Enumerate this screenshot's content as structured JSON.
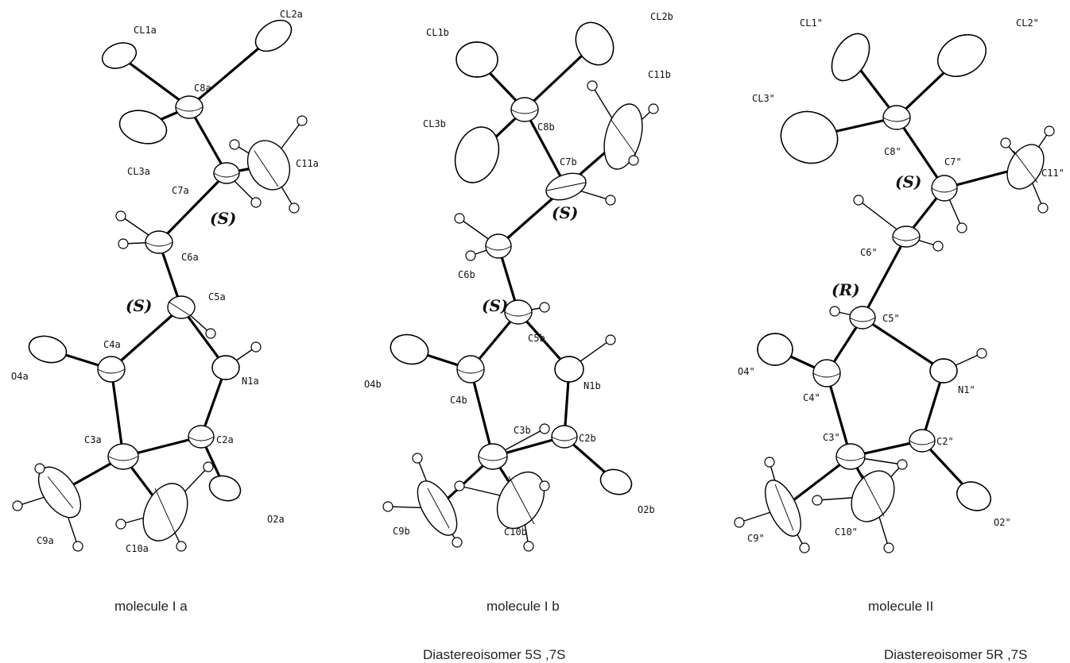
{
  "panels": [
    {
      "caption": "molecule I a",
      "atoms": {
        "CL1a": "CL1a",
        "CL2a": "CL2a",
        "C8a": "C8a",
        "CL3a": "CL3a",
        "C7a": "C7a",
        "C11a": "C11a",
        "C6a": "C6a",
        "C5a": "C5a",
        "C4a": "C4a",
        "O4a": "O4a",
        "N1a": "N1a",
        "C3a": "C3a",
        "C2a": "C2a",
        "O2a": "O2a",
        "C9a": "C9a",
        "C10a": "C10a"
      },
      "stereo": [
        "(S)",
        "(S)"
      ]
    },
    {
      "caption": "molecule I b",
      "atoms": {
        "CL1b": "CL1b",
        "CL2b": "CL2b",
        "C11b": "C11b",
        "CL3b": "CL3b",
        "C8b": "C8b",
        "C7b": "C7b",
        "C6b": "C6b",
        "C5b": "C5b",
        "O4b": "O4b",
        "C4b": "C4b",
        "N1b": "N1b",
        "C3b": "C3b",
        "C2b": "C2b",
        "O2b": "O2b",
        "C9b": "C9b",
        "C10b": "C10b"
      },
      "stereo": [
        "(S)",
        "(S)"
      ]
    },
    {
      "caption": "molecule II",
      "atoms": {
        "CL1": "CL1\"",
        "CL2": "CL2\"",
        "CL3": "CL3\"",
        "C8": "C8\"",
        "C7": "C7\"",
        "C11": "C11\"",
        "C6": "C6\"",
        "C5": "C5\"",
        "O4": "O4\"",
        "C4": "C4\"",
        "N1": "N1\"",
        "C3": "C3\"",
        "C2": "C2\"",
        "O2": "O2\"",
        "C9": "C9\"",
        "C10": "C10\""
      },
      "stereo": [
        "(S)",
        "(R)"
      ]
    }
  ],
  "diastereoisomers": [
    "Diastereoisomer  5S ,7S",
    "Diastereoisomer  5R ,7S"
  ]
}
